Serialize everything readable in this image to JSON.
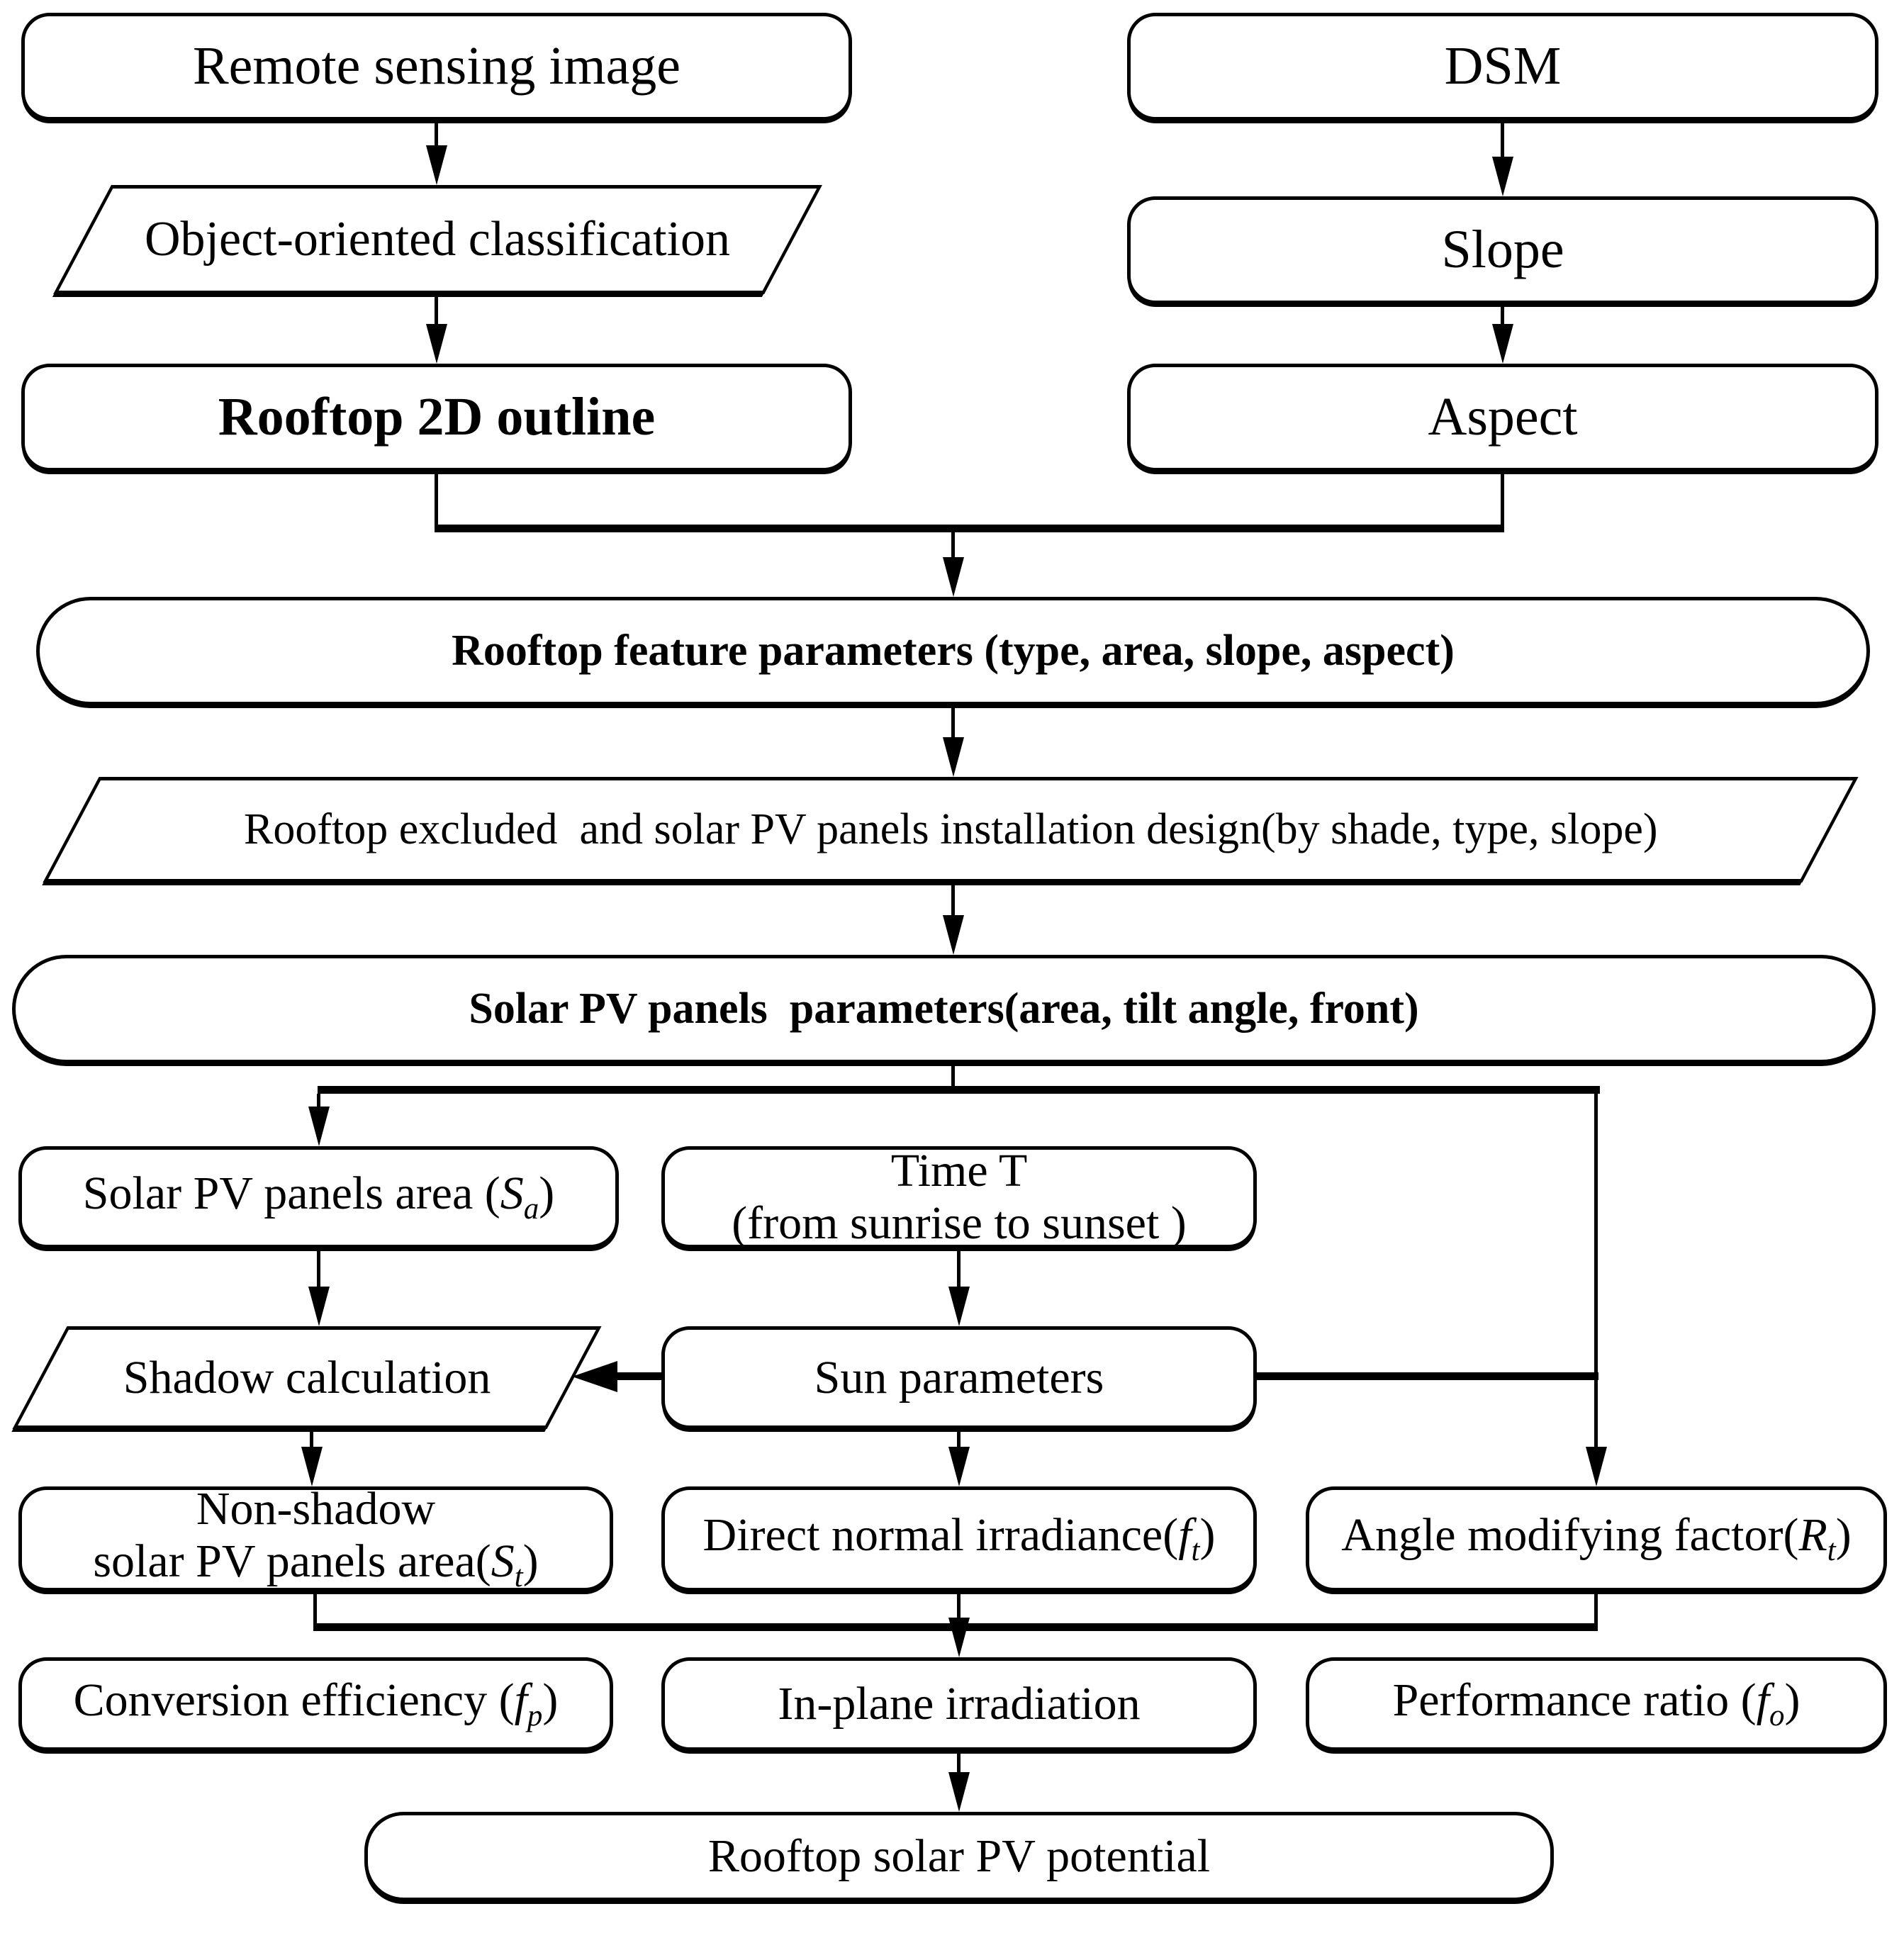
{
  "colors": {
    "line": "#000000",
    "fill": "#ffffff",
    "background": "#ffffff"
  },
  "nodes": {
    "remote_sensing": {
      "label": "Remote sensing image"
    },
    "dsm": {
      "label": "DSM"
    },
    "object_classification": {
      "label": "Object-oriented classification"
    },
    "slope": {
      "label": "Slope"
    },
    "rooftop_outline": {
      "label": "Rooftop 2D outline"
    },
    "aspect": {
      "label": "Aspect"
    },
    "rooftop_features": {
      "label": "Rooftop feature parameters (type, area, slope, aspect)"
    },
    "rooftop_excluded": {
      "label": "Rooftop excluded  and solar PV panels installation design(by shade, type, slope)"
    },
    "pv_parameters": {
      "label": "Solar PV panels  parameters(area, tilt angle, front)"
    },
    "pv_area": {
      "pre": "Solar PV panels area (",
      "var": "S",
      "sub": "a",
      "post": ")"
    },
    "time_t": {
      "line1": "Time T",
      "line2": "(from sunrise to sunset )"
    },
    "shadow_calc": {
      "label": "Shadow calculation"
    },
    "sun_params": {
      "label": "Sun parameters"
    },
    "non_shadow": {
      "line1": "Non-shadow",
      "pre": "solar PV panels area(",
      "var": "S",
      "sub": "t",
      "post": ")"
    },
    "direct_normal": {
      "pre": "Direct normal irradiance(",
      "var": "f",
      "sub": "t",
      "post": ")"
    },
    "angle_factor": {
      "pre": "Angle modifying factor(",
      "var": "R",
      "sub": "t",
      "post": ")"
    },
    "conversion": {
      "pre": "Conversion efficiency (",
      "var": "f",
      "sub": "p",
      "post": ")"
    },
    "in_plane": {
      "label": "In-plane irradiation"
    },
    "performance": {
      "pre": "Performance ratio (",
      "var": "f",
      "sub": "o",
      "post": ")"
    },
    "pv_potential": {
      "label": "Rooftop solar PV potential"
    }
  }
}
